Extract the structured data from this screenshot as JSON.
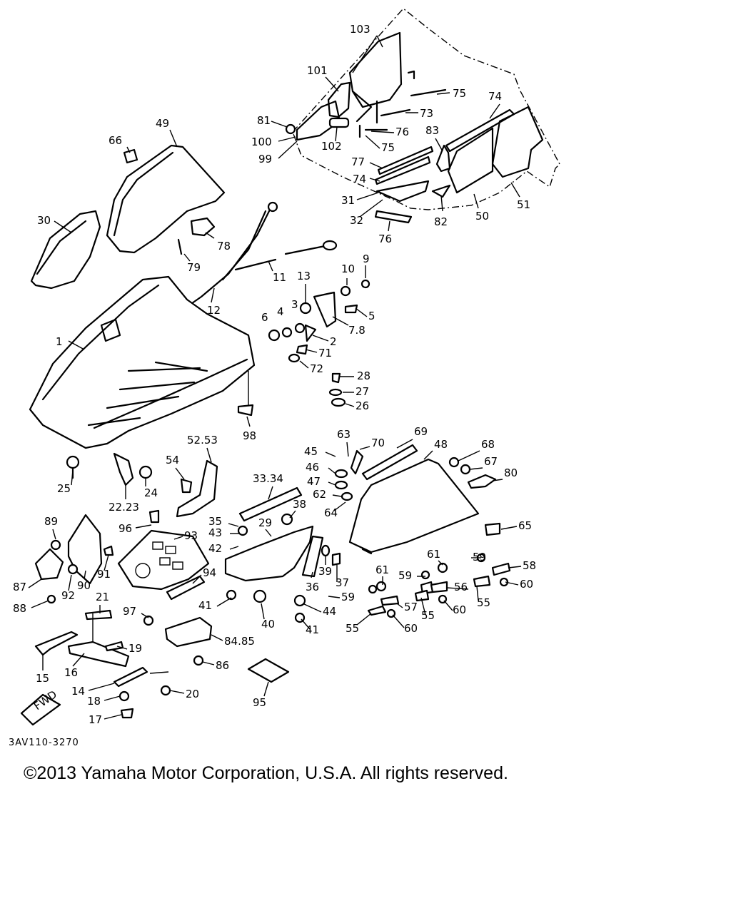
{
  "diagram": {
    "drawing_code": "3AV110-3270",
    "copyright": "©2013 Yamaha Motor Corporation, U.S.A. All rights reserved.",
    "fwd_label": "FWD",
    "callouts": [
      "103",
      "101",
      "75",
      "74",
      "81",
      "73",
      "83",
      "100",
      "76",
      "102",
      "99",
      "75",
      "77",
      "74",
      "31",
      "32",
      "82",
      "50",
      "51",
      "76",
      "66",
      "49",
      "30",
      "78",
      "79",
      "11",
      "12",
      "13",
      "10",
      "9",
      "3",
      "4",
      "6",
      "7.8",
      "5",
      "2",
      "71",
      "72",
      "28",
      "27",
      "26",
      "1",
      "98",
      "52.53",
      "63",
      "70",
      "69",
      "48",
      "68",
      "67",
      "80",
      "45",
      "46",
      "47",
      "62",
      "64",
      "54",
      "24",
      "25",
      "22.23",
      "33.34",
      "35",
      "43",
      "42",
      "38",
      "29",
      "65",
      "89",
      "96",
      "93",
      "61",
      "59",
      "58",
      "91",
      "90",
      "92",
      "87",
      "88",
      "94",
      "39",
      "37",
      "36",
      "61",
      "59",
      "56",
      "55",
      "60",
      "41",
      "40",
      "44",
      "59",
      "57",
      "55",
      "60",
      "21",
      "97",
      "41",
      "84.85",
      "55",
      "60",
      "19",
      "15",
      "16",
      "86",
      "14",
      "20",
      "18",
      "95",
      "17"
    ]
  }
}
